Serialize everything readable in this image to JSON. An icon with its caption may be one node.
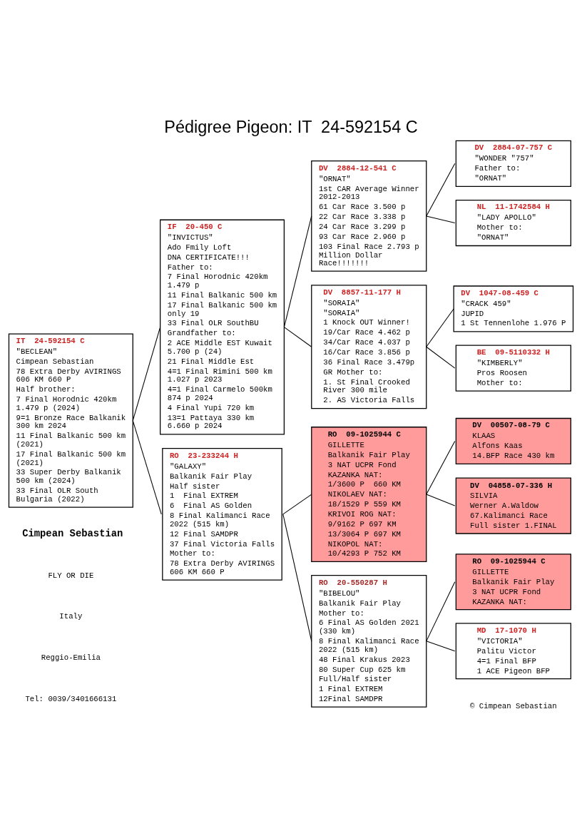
{
  "diagram": {
    "title": "Pédigree Pigeon: IT  24-592154 C",
    "nodes": [
      {
        "text": [
          "IT  24-592154 C",
          "\"BECLEAN\"",
          "Cimpean Sebastian",
          "78 Extra Derby AVIRINGS 606 KM 660 P",
          "Half brother:",
          "7 Final Horodnic 420km 1.479 p (2024)",
          "9=1 Bronze Race Balkanik 300 km 2024",
          "11 Final Balkanic 500 km (2021)",
          "17 Final Balkanic 500 km (2021)",
          "33 Super Derby Balkanik 500 km (2024)",
          "33 Final OLR South Bulgaria (2022)"
        ]
      },
      {
        "text": [
          "IF  20-450 C",
          "\"INVICTUS\"",
          "Ado Fmily Loft",
          "DNA CERTIFICATE!!!",
          "Father to:",
          "7 Final Horodnic 420km 1.479 p",
          "11 Final Balkanic 500 km",
          "17 Final Balkanic 500 km only 19",
          "33 Final OLR SouthBU",
          "Grandfather to:",
          "2 ACE Middle EST Kuwait 5.700 p (24)",
          "21 Final Middle Est",
          "4=1 Final Rimini 500 km 1.027 p 2023",
          "4=1 Final Carmelo 500km 874 p 2024",
          "4 Final Yupi 720 km",
          "13=1 Pattaya 330 km 6.660 p 2024"
        ]
      },
      {
        "text": [
          "RO  23-233244 H",
          "\"GALAXY\"",
          "Balkanik Fair Play",
          "Half sister",
          "1  Final EXTREM",
          "6  Final AS Golden",
          "8 Final Kalimanci Race 2022 (515 km)",
          "12 Final SAMDPR",
          "37 Final Victoria Falls",
          "Mother to:",
          "78 Extra Derby AVIRINGS 606 KM 660 P"
        ]
      },
      {
        "text": [
          "DV  2884-12-541 C",
          "\"ORNAT\"",
          "1st CAR Average Winner 2012-2013",
          "61 Car Race 3.500 p",
          "22 Car Race 3.338 p",
          "24 Car Race 3.299 p",
          "93 Car Race 2.960 p",
          "103 Final Race 2.793 p Million Dollar Race!!!!!!!"
        ]
      },
      {
        "text": [
          "DV  8857-11-177 H",
          "\"SORAIA\"",
          "\"SORAIA\"",
          "1 Knock OUT Winner!",
          "19/Car Race 4.462 p",
          "34/Car Race 4.037 p",
          "16/Car Race 3.856 p",
          "36 Final Race 3.479p",
          "GR Mother to:",
          "1. St Final Crooked River 300 mile",
          "2. AS Victoria Falls"
        ]
      },
      {
        "text": [
          "RO  09-1025944 C",
          "GILLETTE",
          "Balkanik Fair Play",
          "3 NAT UCPR Fond",
          "KAZANKA NAT:",
          "1/3600 P  660 KM",
          "NIKOLAEV NAT:",
          "18/1529 P 559 KM",
          "KRIVOI ROG NAT:",
          "9/9162 P 697 KM",
          "13/3064 P 697 KM",
          "NIKOPOL NAT:",
          "10/4293 P 752 KM"
        ]
      },
      {
        "text": [
          "RO  20-550287 H",
          "\"BIBELOU\"",
          "Balkanik Fair Play",
          "Mother to:",
          "6 Final AS Golden 2021 (330 km)",
          "8 Final Kalimanci Race 2022 (515 km)",
          "48 Final Krakus 2023",
          "80 Super Cup 625 km",
          "Full/Half sister",
          "1 Final EXTREM",
          "12Final SAMDPR"
        ]
      },
      {
        "text": [
          "DV  2884-07-757 C",
          "\"WONDER \"757\"",
          "Father to:",
          "\"ORNAT\""
        ]
      },
      {
        "text": [
          "NL  11-1742584 H",
          "\"LADY APOLLO\"",
          "Mother to:",
          "\"ORNAT\""
        ]
      },
      {
        "text": [
          "DV  1047-08-459 C",
          "\"CRACK 459\"",
          "JUPID",
          "1 St Tennenlohe 1.976 P"
        ]
      },
      {
        "text": [
          "BE  09-5110332 H",
          "\"KIMBERLY\"",
          "Pros Roosen",
          "Mother to:"
        ]
      },
      {
        "text": [
          "DV  00507-08-79 C",
          "KLAAS",
          "Alfons Kaas",
          "14.BFP Race 430 km"
        ]
      },
      {
        "text": [
          "DV  04858-07-336 H",
          "SILVIA",
          "Werner A.Waldow",
          "67.Kalimanci Race",
          "Full sister 1.FINAL"
        ]
      },
      {
        "text": [
          "RO  09-1025944 C",
          "GILLETTE",
          "Balkanik Fair Play",
          "3 NAT UCPR Fond",
          "KAZANKA NAT:"
        ]
      },
      {
        "text": [
          "MD  17-1070 H",
          "\"VICTORIA\"",
          "Palitu Victor",
          "4=1 Final BFP",
          "1 ACE Pigeon BFP"
        ]
      }
    ],
    "edges": [
      {
        "from": 0,
        "to": 1,
        "arrow": "none"
      },
      {
        "from": 0,
        "to": 2,
        "arrow": "none"
      },
      {
        "from": 1,
        "to": 3,
        "arrow": "none"
      },
      {
        "from": 1,
        "to": 4,
        "arrow": "none"
      },
      {
        "from": 2,
        "to": 5,
        "arrow": "none"
      },
      {
        "from": 2,
        "to": 6,
        "arrow": "none"
      },
      {
        "from": 3,
        "to": 7,
        "arrow": "none"
      },
      {
        "from": 3,
        "to": 8,
        "arrow": "none"
      },
      {
        "from": 4,
        "to": 9,
        "arrow": "none"
      },
      {
        "from": 4,
        "to": 10,
        "arrow": "none"
      },
      {
        "from": 5,
        "to": 11,
        "arrow": "none"
      },
      {
        "from": 5,
        "to": 12,
        "arrow": "none"
      },
      {
        "from": 6,
        "to": 13,
        "arrow": "none"
      },
      {
        "from": 6,
        "to": 14,
        "arrow": "none"
      }
    ],
    "labels": [
      "Cimpean Sebastian",
      "FLY OR DIE",
      "Italy",
      "Reggio-Emilia",
      "Tel: 0039/3401666131",
      "© Cimpean Sebastian"
    ]
  }
}
